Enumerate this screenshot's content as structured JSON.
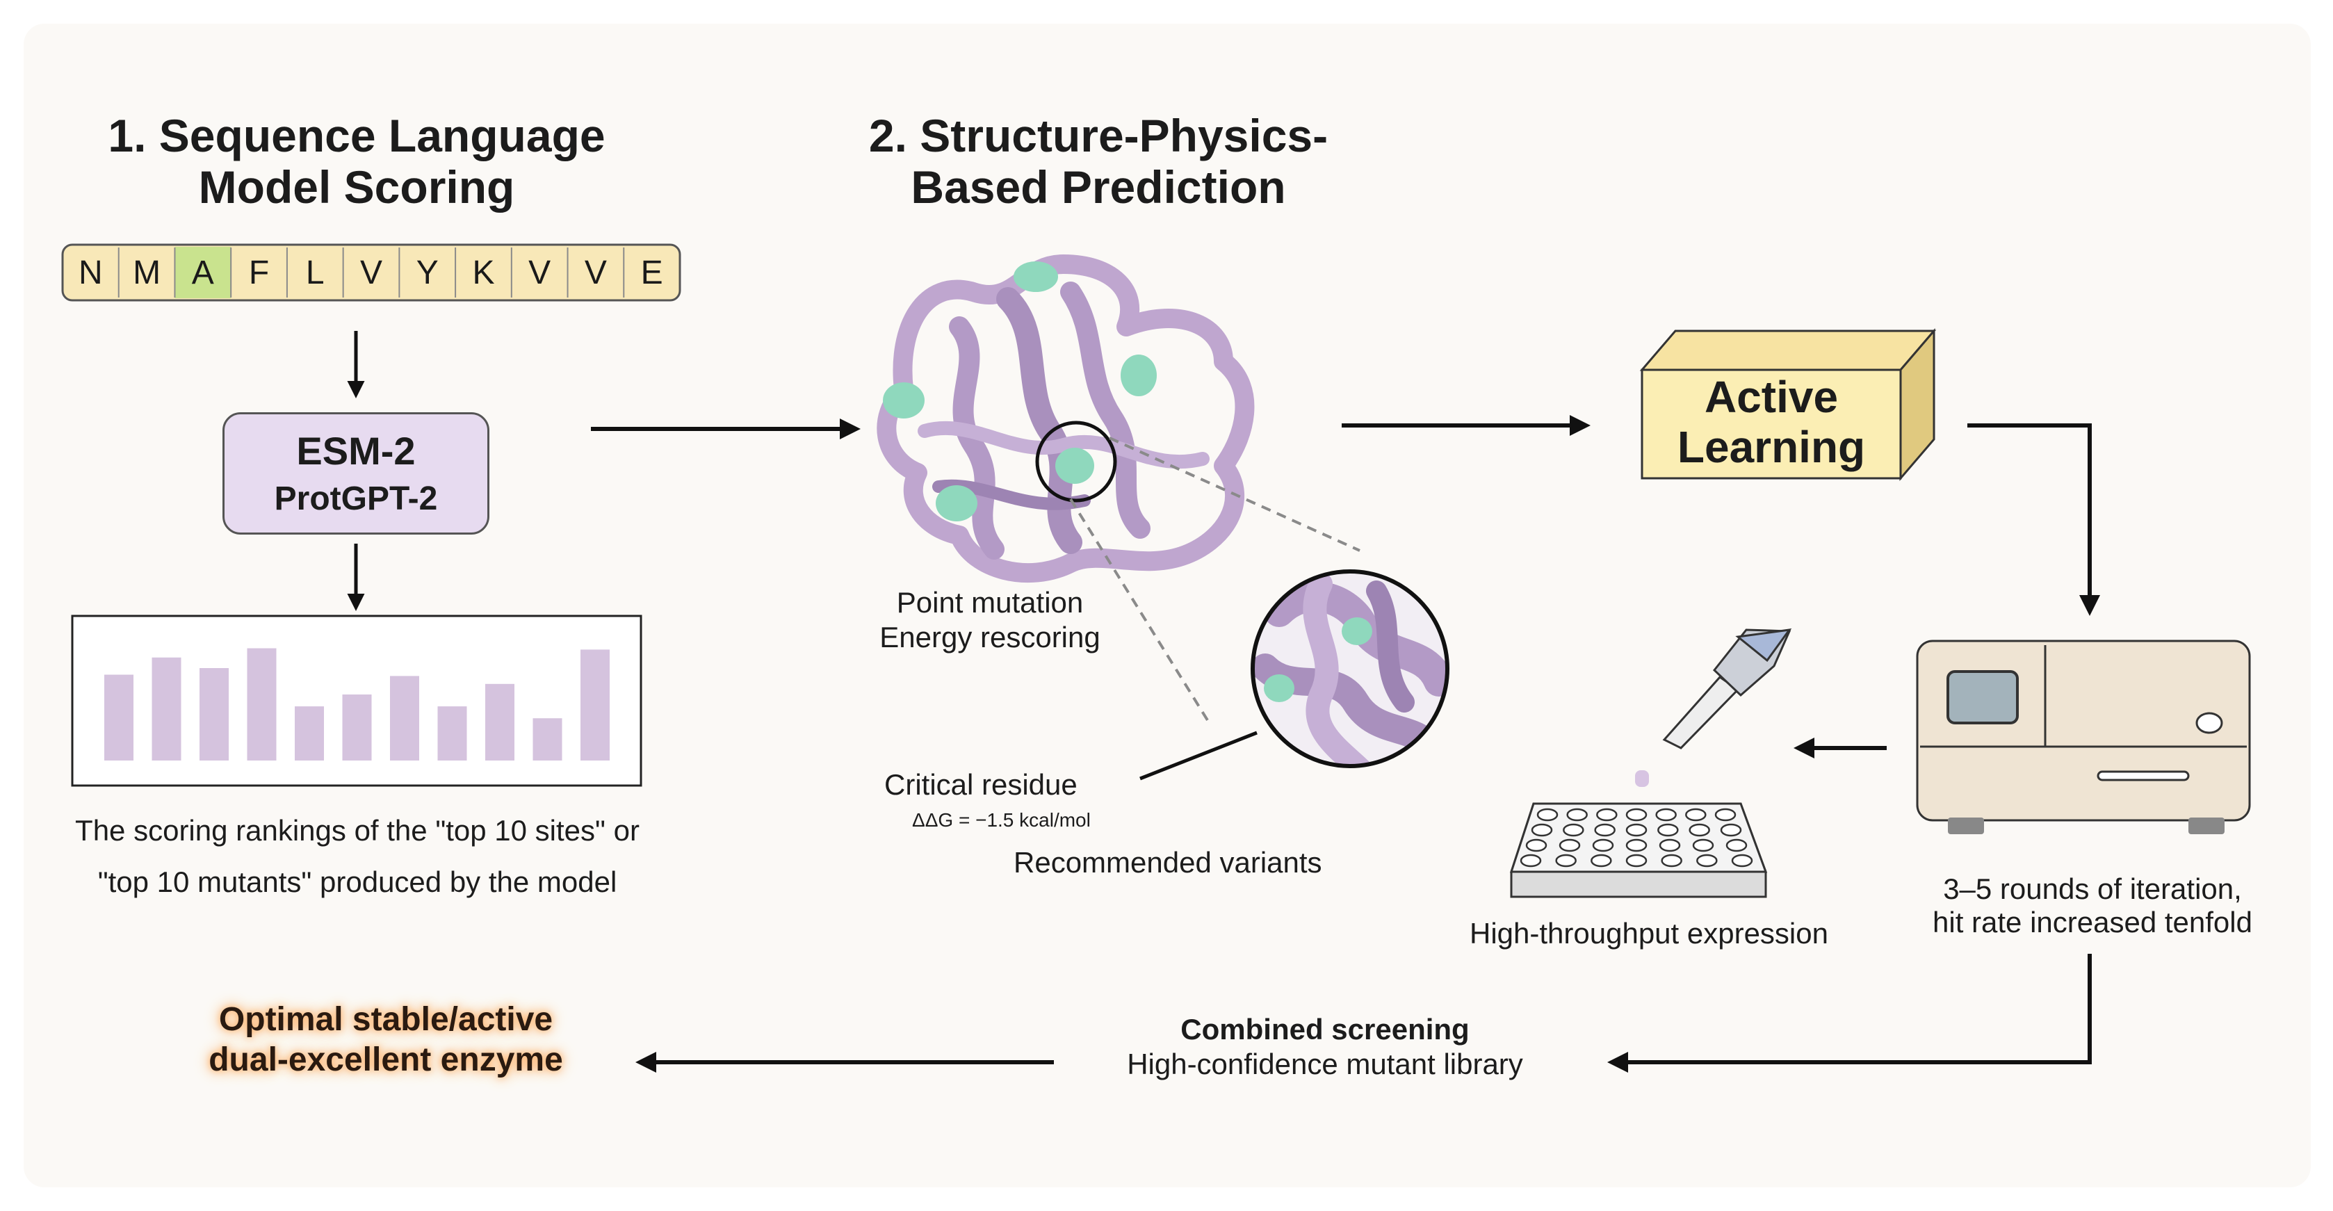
{
  "step1": {
    "title_line1": "1. Sequence Language",
    "title_line2": "Model Scoring",
    "sequence": [
      "N",
      "M",
      "A",
      "F",
      "L",
      "V",
      "Y",
      "K",
      "V",
      "V",
      "E"
    ],
    "highlight_color": "#c9e38e",
    "model_line1": "ESM-2",
    "model_line2": "ProtGPT-2",
    "bar_values": [
      0.65,
      0.78,
      0.7,
      0.85,
      0.41,
      0.5,
      0.64,
      0.41,
      0.58,
      0.32,
      0.84
    ],
    "caption_line1": "The scoring rankings of the \"top 10 sites\" or",
    "caption_line2": "\"top 10 mutants\" produced by the model"
  },
  "step2": {
    "title_line1": "2. Structure-Physics-",
    "title_line2": "Based Prediction",
    "label_line1": "Point mutation",
    "label_line2": "Energy rescoring",
    "critical_residue": "Critical residue",
    "delta_g": "ΔΔG = −1.5 kcal/mol",
    "recommended": "Recommended variants"
  },
  "active_learning": {
    "line1": "Active",
    "line2": "Learning"
  },
  "iteration": {
    "line1": "3–5 rounds of iteration,",
    "line2": "hit rate increased tenfold"
  },
  "expression": {
    "label": "High-throughput expression"
  },
  "screening": {
    "title": "Combined screening",
    "subtitle": "High-confidence mutant library"
  },
  "result": {
    "line1": "Optimal stable/active",
    "line2": "dual-excellent enzyme"
  },
  "icons": [
    "protein-structure-icon",
    "magnifier-icon",
    "pipette-icon",
    "well-plate-icon",
    "instrument-icon"
  ],
  "colors": {
    "protein": "#bfa6cf",
    "protein_dark": "#9d84b3",
    "mutation_site": "#8fd8bd",
    "model_box": "#e7dbf0",
    "bars": "#d5c3de",
    "active_box": "#fbeeb4",
    "result_glow": "#ffb06a",
    "instrument": "#efe4d3"
  }
}
